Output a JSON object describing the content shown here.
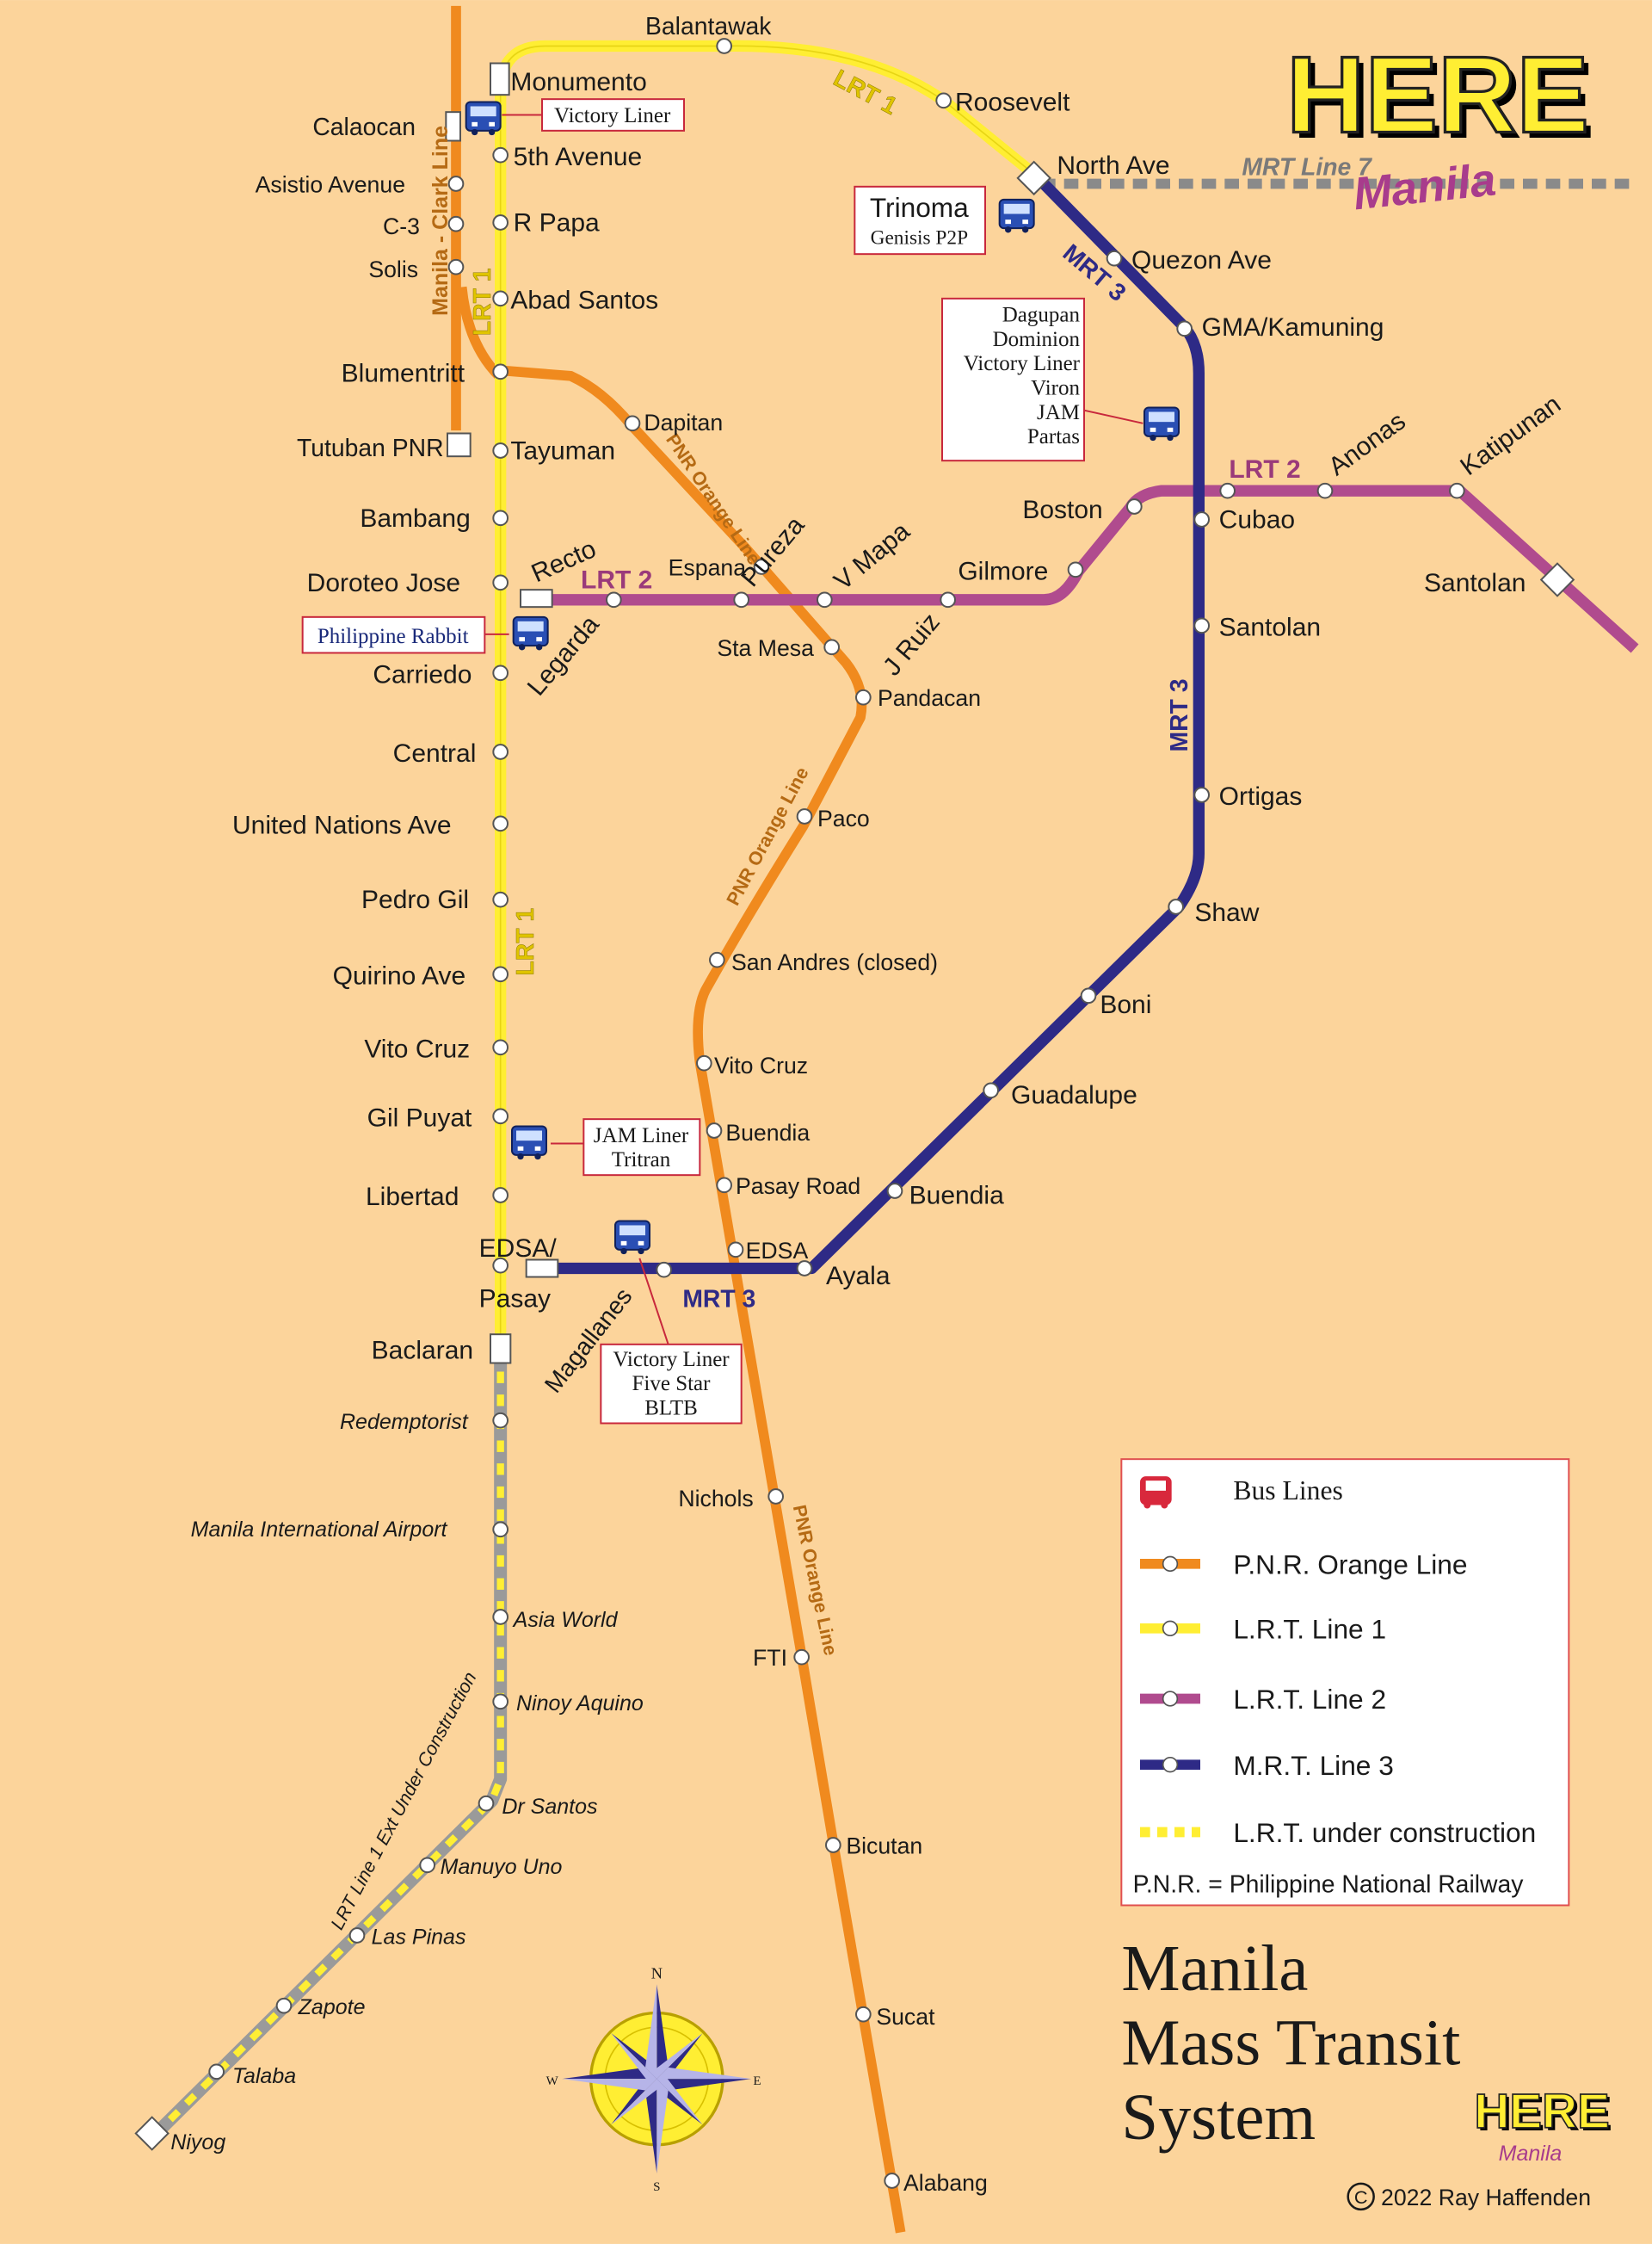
{
  "title_lines": [
    "Manila",
    "Mass Transit",
    "System"
  ],
  "copyright": "2022 Ray Haffenden",
  "copyright_symbol": "C",
  "logo": {
    "word": "HERE",
    "sub": "Manila"
  },
  "colors": {
    "background": "#fcd49b",
    "pnr_orange": "#f08a1e",
    "lrt1_yellow": "#ffee33",
    "lrt2_purple": "#b04b8e",
    "mrt3_navy": "#2e2a86",
    "construction_gray": "#9a9a9a",
    "line_label_lrt1": "#e6c800",
    "line_label_pnr": "#b56a14"
  },
  "lines": {
    "lrt1_a": "LRT 1",
    "lrt1_b": "LRT 1",
    "lrt1_c": "LRT 1",
    "lrt2_a": "LRT 2",
    "lrt2_b": "LRT 2",
    "mrt3_a": "MRT 3",
    "mrt3_b": "MRT 3",
    "mrt3_c": "MRT 3",
    "mrt7": "MRT Line 7",
    "clark": "Manila - Clark Line",
    "pnr_a": "PNR Orange Line",
    "pnr_b": "PNR Orange Line",
    "pnr_c": "PNR Orange Line",
    "lrt1_ext": "LRT Line 1 Ext Under Construction"
  },
  "stations": {
    "monumento": "Monumento",
    "balantawak": "Balantawak",
    "roosevelt": "Roosevelt",
    "north_ave": "North Ave",
    "calaocan": "Calaocan",
    "fifth_avenue": "5th Avenue",
    "asistio": "Asistio Avenue",
    "c3": "C-3",
    "r_papa": "R Papa",
    "solis": "Solis",
    "abad_santos": "Abad Santos",
    "blumentritt": "Blumentritt",
    "tutuban": "Tutuban PNR",
    "tayuman": "Tayuman",
    "dapitan": "Dapitan",
    "bambang": "Bambang",
    "doroteo_jose": "Doroteo Jose",
    "recto": "Recto",
    "legarda": "Legarda",
    "espana": "Espana",
    "pureza": "Pureza",
    "v_mapa": "V Mapa",
    "gilmore": "Gilmore",
    "boston": "Boston",
    "cubao": "Cubao",
    "anonas": "Anonas",
    "katipunan": "Katipunan",
    "santolan_lrt2": "Santolan",
    "quezon_ave": "Quezon Ave",
    "gma_kamuning": "GMA/Kamuning",
    "santolan_mrt": "Santolan",
    "sta_mesa": "Sta Mesa",
    "j_ruiz": "J Ruiz",
    "pandacan": "Pandacan",
    "carriedo": "Carriedo",
    "central": "Central",
    "united_nations": "United Nations Ave",
    "paco": "Paco",
    "ortigas": "Ortigas",
    "pedro_gil": "Pedro Gil",
    "shaw": "Shaw",
    "quirino": "Quirino Ave",
    "san_andres": "San Andres (closed)",
    "boni": "Boni",
    "vito_cruz_lrt": "Vito Cruz",
    "vito_cruz_pnr": "Vito Cruz",
    "guadalupe": "Guadalupe",
    "gil_puyat": "Gil Puyat",
    "buendia_pnr": "Buendia",
    "pasay_road": "Pasay Road",
    "libertad": "Libertad",
    "buendia_mrt": "Buendia",
    "edsa_pasay_1": "EDSA/",
    "edsa_pasay_2": "Pasay",
    "edsa_pnr": "EDSA",
    "ayala": "Ayala",
    "magallanes": "Magallanes",
    "baclaran": "Baclaran",
    "redemptorist": "Redemptorist",
    "airport": "Manila International Airport",
    "nichols": "Nichols",
    "asia_world": "Asia World",
    "fti": "FTI",
    "ninoy_aquino": "Ninoy Aquino",
    "dr_santos": "Dr Santos",
    "bicutan": "Bicutan",
    "manuyo_uno": "Manuyo Uno",
    "las_pinas": "Las Pinas",
    "zapote": "Zapote",
    "sucat": "Sucat",
    "talaba": "Talaba",
    "niyog": "Niyog",
    "alabang": "Alabang"
  },
  "bus_boxes": {
    "victory_liner_monumento": [
      "Victory Liner"
    ],
    "trinoma": [
      "Trinoma",
      "Genisis P2P"
    ],
    "cubao": [
      "Dagupan",
      "Dominion",
      "Victory Liner",
      "Viron",
      "JAM",
      "Partas"
    ],
    "philippine_rabbit": [
      "Philippine Rabbit"
    ],
    "gil_puyat": [
      "JAM Liner",
      "Tritran"
    ],
    "pasay": [
      "Victory Liner",
      "Five Star",
      "BLTB"
    ]
  },
  "legend": {
    "bus_lines": "Bus Lines",
    "pnr": "P.N.R. Orange Line",
    "lrt1": "L.R.T. Line 1",
    "lrt2": "L.R.T. Line 2",
    "mrt3": "M.R.T. Line 3",
    "construction": "L.R.T. under construction",
    "note": "P.N.R. = Philippine National Railway"
  },
  "compass": {
    "n": "N",
    "s": "S",
    "e": "E",
    "w": "W"
  }
}
